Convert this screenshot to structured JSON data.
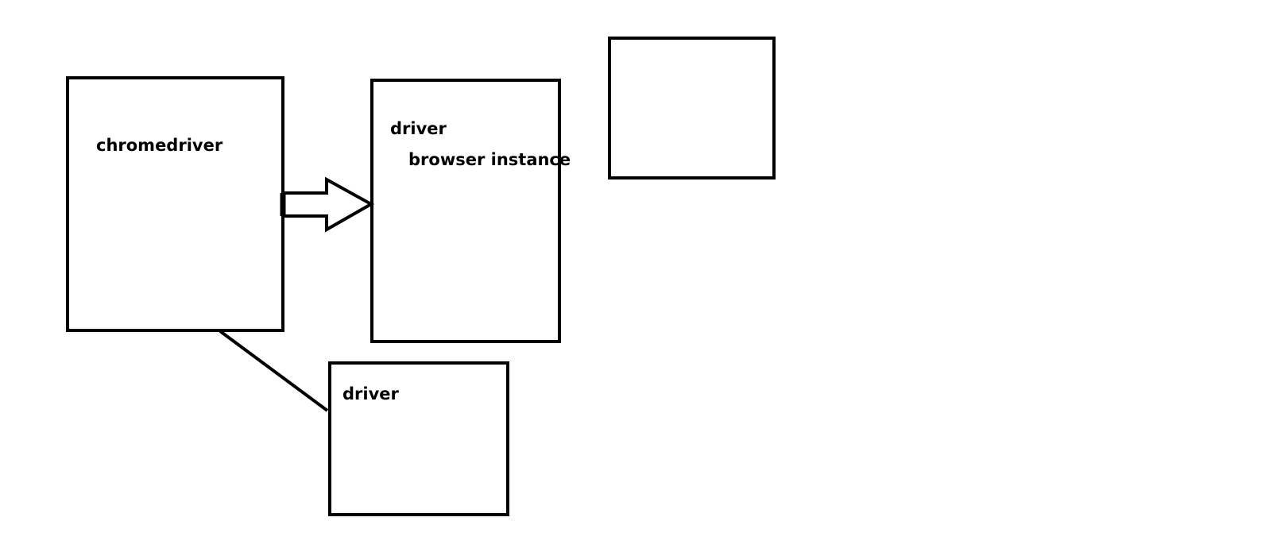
{
  "diagram": {
    "stroke_color": "#000000",
    "background": "#ffffff",
    "nodes": [
      {
        "id": "chromedriver-box",
        "labels": [
          "chromedriver"
        ]
      },
      {
        "id": "driver-browser-box",
        "labels": [
          "driver",
          "browser instance"
        ]
      },
      {
        "id": "empty-box",
        "labels": []
      },
      {
        "id": "driver-box-bottom",
        "labels": [
          "driver"
        ]
      }
    ],
    "edges": [
      {
        "from": "chromedriver-box",
        "to": "driver-browser-box",
        "style": "block-arrow"
      },
      {
        "from": "chromedriver-box",
        "to": "driver-box-bottom",
        "style": "line"
      }
    ]
  }
}
